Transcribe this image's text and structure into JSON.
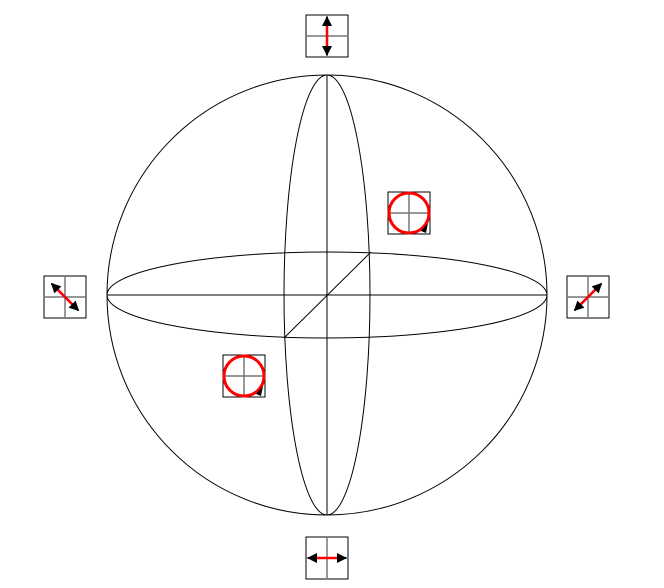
{
  "colors": {
    "line": "#000000",
    "grid": "#777777",
    "accent": "#ff0000"
  },
  "icons": [
    {
      "name": "vertical-polarization-icon",
      "type": "linear",
      "angle_deg": 90
    },
    {
      "name": "horizontal-polarization-icon",
      "type": "linear",
      "angle_deg": 0
    },
    {
      "name": "diagonal-minus45-polarization-icon",
      "type": "linear",
      "angle_deg": -45
    },
    {
      "name": "diagonal-plus45-polarization-icon",
      "type": "linear",
      "angle_deg": 45
    },
    {
      "name": "circular-polarization-upper-icon",
      "type": "circular"
    },
    {
      "name": "circular-polarization-lower-icon",
      "type": "circular"
    }
  ]
}
